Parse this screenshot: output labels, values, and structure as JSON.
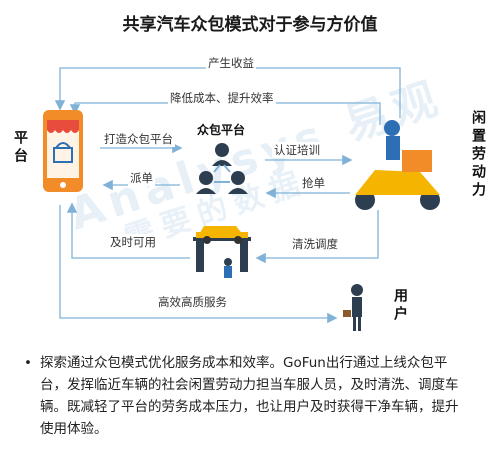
{
  "title": "共享汽车众包模式对于参与方价值",
  "nodes": {
    "platform": "平台",
    "idle_labor": "闲置劳动力",
    "user": "用户",
    "crowd_platform": "众包平台"
  },
  "flows": {
    "revenue": "产生收益",
    "cost_efficiency": "降低成本、提升效率",
    "build_platform": "打造众包平台",
    "dispatch": "派单",
    "certify_train": "认证培训",
    "grab_order": "抢单",
    "timely_available": "及时可用",
    "clean_dispatch": "清洗调度",
    "quality_service": "高效高质服务"
  },
  "watermark": {
    "line1": "Analysys 易观",
    "line2": "需要的数据"
  },
  "bullet": {
    "dot": "•",
    "text": "探索通过众包模式优化服务成本和效率。GoFun出行通过上线众包平台，发挥临近车辆的社会闲置劳动力担当车服人员，及时清洗、调度车辆。既减轻了平台的劳务成本压力，也让用户及时获得干净车辆，提升使用体验。"
  },
  "colors": {
    "arrow": "#7fb2d6",
    "phone_orange": "#f28c28",
    "phone_screen": "#e74c3c",
    "people": "#2d3e50",
    "scooter": "#f4b400"
  }
}
